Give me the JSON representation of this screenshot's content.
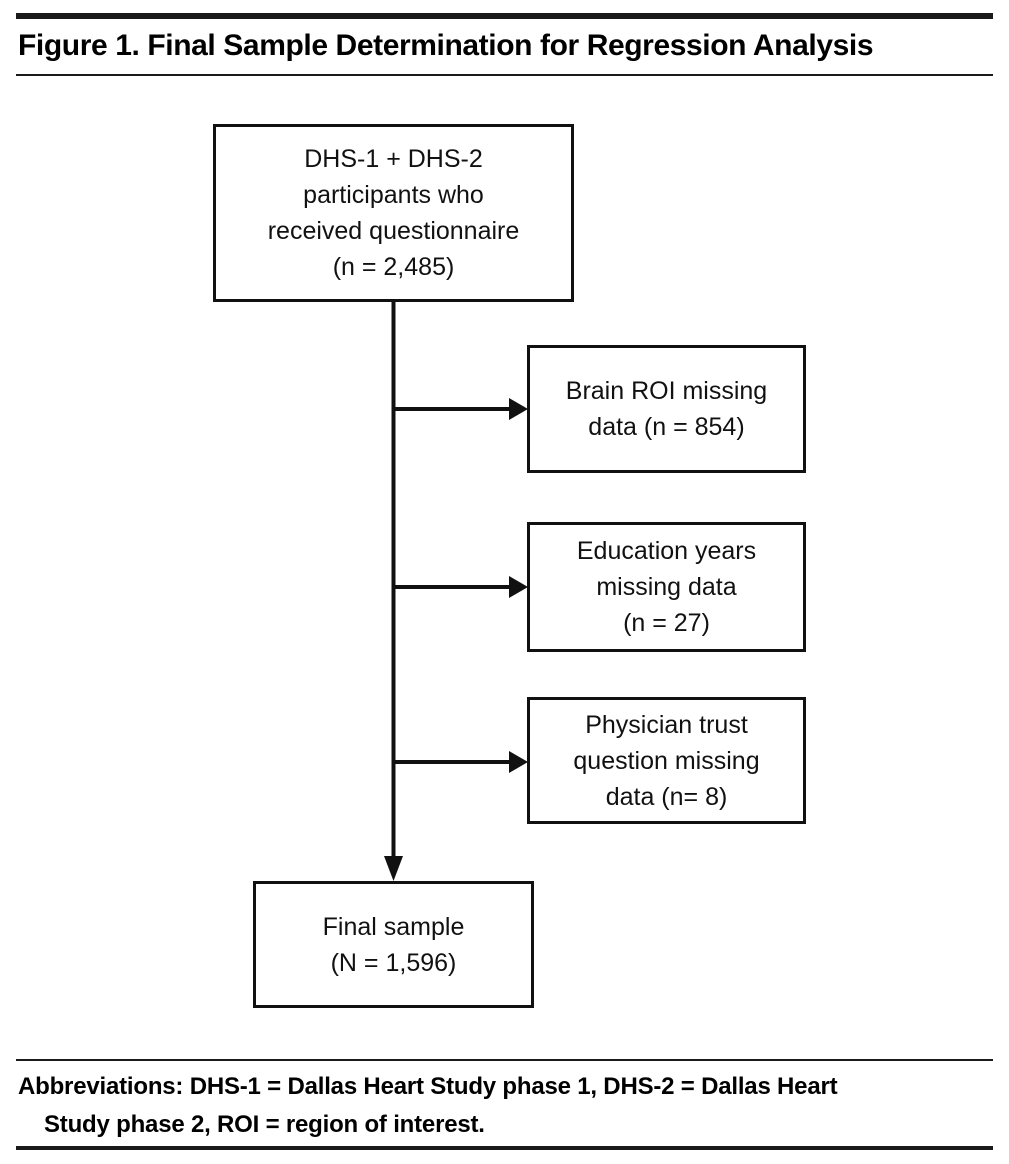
{
  "figure": {
    "title": "Figure 1. Final Sample Determination for Regression Analysis",
    "accent_color": "#111111",
    "background_color": "#ffffff"
  },
  "chart_data": {
    "type": "diagram",
    "diagram_kind": "flowchart",
    "title": "Figure 1. Final Sample Determination for Regression Analysis",
    "orientation": "top-to-bottom with right-side exclusion branches",
    "nodes": [
      {
        "id": "source",
        "role": "start",
        "text": "DHS-1 + DHS-2\nparticipants who\nreceived questionnaire\n(n = 2,485)",
        "count": 2485,
        "count_label": "(n = 2,485)"
      },
      {
        "id": "exclusion-1",
        "role": "exclusion",
        "text": "Brain ROI missing\ndata (n = 854)",
        "count": 854,
        "count_label": "(n = 854)"
      },
      {
        "id": "exclusion-2",
        "role": "exclusion",
        "text": "Education years\nmissing data\n(n = 27)",
        "count": 27,
        "count_label": "(n = 27)"
      },
      {
        "id": "exclusion-3",
        "role": "exclusion",
        "text": "Physician trust\nquestion missing\ndata (n= 8)",
        "count": 8,
        "count_label": "(n= 8)"
      },
      {
        "id": "final",
        "role": "end",
        "text": "Final sample\n(N = 1,596)",
        "count": 1596,
        "count_label": "(N = 1,596)"
      }
    ],
    "edges": [
      {
        "from": "source",
        "to": "exclusion-1",
        "kind": "branch-right",
        "arrow": true
      },
      {
        "from": "source",
        "to": "exclusion-2",
        "kind": "branch-right",
        "arrow": true
      },
      {
        "from": "source",
        "to": "exclusion-3",
        "kind": "branch-right",
        "arrow": true
      },
      {
        "from": "source",
        "to": "final",
        "kind": "trunk-down",
        "arrow": true
      }
    ]
  },
  "footnote": {
    "line_1": "Abbreviations: DHS-1 = Dallas Heart Study phase 1, DHS-2 = Dallas Heart",
    "line_2": "Study phase 2, ROI = region of interest."
  }
}
